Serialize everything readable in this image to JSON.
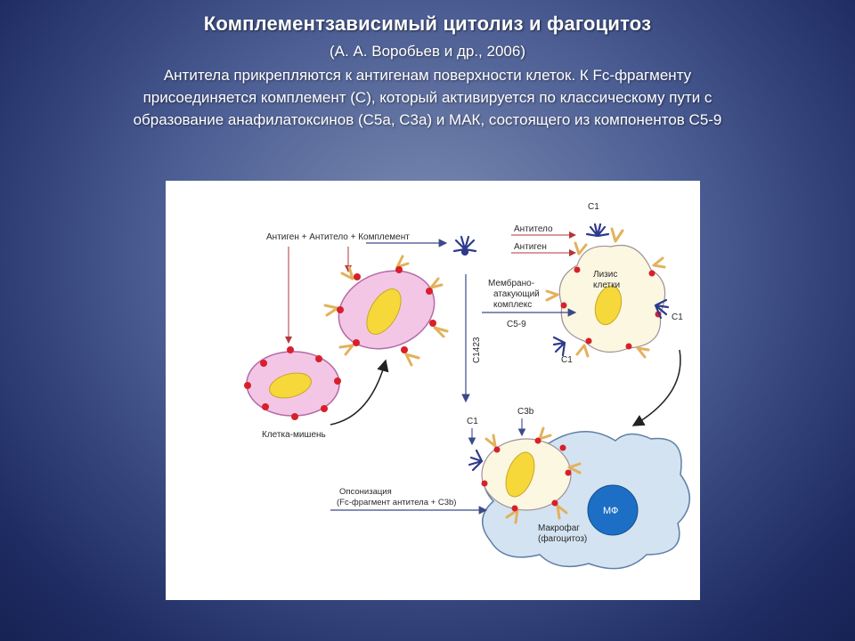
{
  "slide": {
    "title": "Комплементзависимый цитолиз и фагоцитоз",
    "citation": "(А. А. Воробьев и др., 2006)",
    "description": [
      "Антитела прикрепляются к антигенам поверхности клеток. К Fc-фрагменту",
      "присоединяется комплемент (С), который активируется по классическому пути с",
      "образование анафилатоксинов (С5а, С3а) и МАК, состоящего из компонентов С5-9"
    ]
  },
  "diagram": {
    "formula": "Антиген + Антитело + Комплемент",
    "target_cell": "Клетка-мишень",
    "vertical_label": "С1423",
    "antibody": "Антитело",
    "antigen": "Антиген",
    "c1_top": "С1",
    "lysis": [
      "Лизис",
      "клетки"
    ],
    "mac": [
      "Мембрано-",
      "атакующий",
      "комплекс"
    ],
    "c5_9": "С5-9",
    "c1_right": "С1",
    "c1_bottom": "С1",
    "c1_lower": "С1",
    "c3b": "С3b",
    "opsonization": [
      "Опсонизация",
      "(Fc-фрагмент антитела + С3b)"
    ],
    "macrophage_abbr": "МФ",
    "macrophage": [
      "Макрофаг",
      "(фагоцитоз)"
    ]
  },
  "colors": {
    "antigen": "#d8202a",
    "antibody": "#e3b15d",
    "complement": "#2e3a8c",
    "cell_fill": "#f3c6e6",
    "nucleus": "#f6d83b",
    "macrophage": "#d3e3f2",
    "mf_nucleus": "#1c6fc4"
  }
}
